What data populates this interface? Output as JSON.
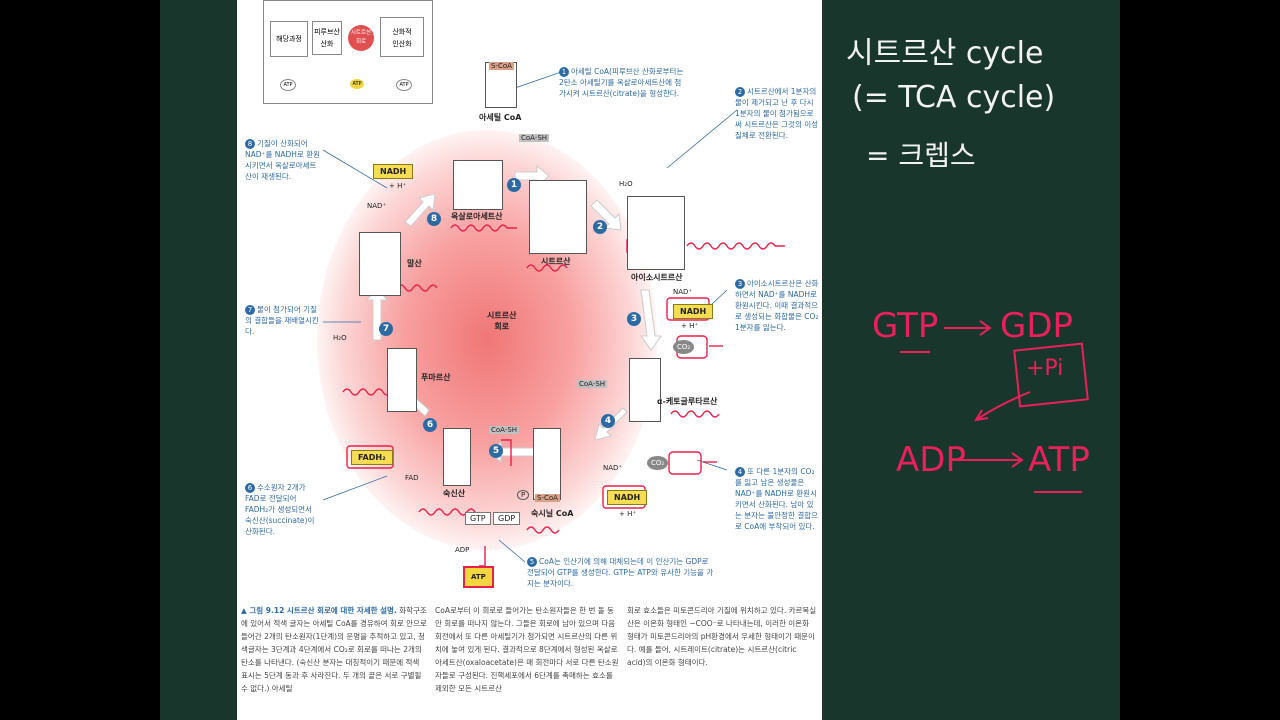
{
  "top_diagram": {
    "left": "해당과정",
    "middle": "피루브산\n산화",
    "cycle": "시트르산\n회로",
    "right": "산화적\n인산화",
    "atp": "ATP"
  },
  "center_label": "시트르산\n회로",
  "molecules": {
    "acetyl_coa": "아세틸 CoA",
    "citrate": "시트르산",
    "isocitrate": "아이소시트르산",
    "akg": "α-케토글루타르산",
    "succinyl_coa": "숙시닐 CoA",
    "succinate": "숙신산",
    "fumarate": "푸마르산",
    "malate": "말산",
    "oxaloacetate": "옥살로아세트산"
  },
  "tags": {
    "scoa": "S-CoA",
    "coash": "CoA-SH",
    "nadh": "NADH",
    "hplus": "+ H⁺",
    "nad": "NAD⁺",
    "fadh2": "FADH₂",
    "fad": "FAD",
    "h2o": "H₂O",
    "co2": "CO₂",
    "gtp": "GTP",
    "gdp": "GDP",
    "adp": "ADP",
    "atp": "ATP",
    "pi": "P"
  },
  "step_notes": {
    "s1": "아세틸 CoA(피루브산 산화로부터는 2탄소 아세틸기를 옥살로아세트산에 첨가시켜 시트르산(citrate)을 형성한다.",
    "s2": "시트르산에서 1분자의 물이 제거되고 난 후 다시 1분자의 물이 첨가됨으로써 시트르산은 그것의 이성질체로 전환된다.",
    "s3": "아이소시트르산은 산화하면서 NAD⁺를 NADH로 환원시킨다. 이때 결과적으로 생성되는 화합물은 CO₂ 1분자를 잃는다.",
    "s4": "또 다른 1분자의 CO₂를 잃고 남은 생성물은 NAD⁺를 NADH로 환원시키면서 산화된다. 남아 있는 분자는 불안정한 결합으로 CoA에 부착되어 있다.",
    "s5": "CoA는 인산기에 의해 대체되는데 이 인산기는 GDP로 전달되어 GTP를 생성한다. GTP는 ATP와 유사한 기능을 가지는 분자이다.",
    "s6": "수소원자 2개가 FAD로 전달되어 FADH₂가 생성되면서 숙신산(succinate)이 산화된다.",
    "s7": "물이 첨가되어 기질의 결합들을 재배열시킨다.",
    "s8": "기질이 산화되어 NAD⁺를 NADH로 환원시키면서 옥살로아세트산이 재생된다."
  },
  "caption": {
    "title": "▲ 그림 9.12  시트르산 회로에 대한 자세한 설명.",
    "col1": "화학구조에 있어서 적색 글자는 아세틸 CoA를 경유하여 회로 안으로 들어간 2개의 탄소원자(1단계)의 운명을 추적하고 있고, 청색글자는 3단계과 4단계에서 CO₂로 회로를 떠나는 2개의 탄소를 나타낸다. (숙신산 분자는 대칭적이기 때문에 적색 표시는 5단계 동과 후 사라진다. 두 개의 끝은 서로 구별될 수 없다.) 아세틸",
    "col2": "CoA로부터 이 회로로 들어가는 탄소원자들은 한 번 돌 동안 회로를 떠나지 않는다. 그들은 회로에 남아 있으며 다음 회전에서 또 다른 아세틸기가 첨가되면 시트르산의 다른 위치에 놓여 있게 된다. 결과적으로 8단계에서 형성된 옥살로아세트산(oxaloacetate)은 매 회전마다 서로 다른 탄소원자들로 구성된다. 진핵세포에서 6단계를 촉매하는 효소를 제외한 모든 시트르산",
    "col3": "회로 효소들은 미토콘드리아 기질에 위치하고 있다. 카르복실산은 이온화 형태인 −COO⁻로 나타내는데, 이러한 이온화 형태가 미토콘드리아의 pH환경에서 우세한 형태이기 때문이다. 예를 들어, 시트레이트(citrate)는 시트르산(citric acid)의 이온화 형태이다."
  },
  "handwriting": {
    "line1": "시트르산 cycle",
    "line2": "(= TCA cycle)",
    "line3": "= 크렙스",
    "gtp": "GTP",
    "gdp": "GDP",
    "pi": "+Pi",
    "adp": "ADP",
    "atp": "ATP"
  }
}
